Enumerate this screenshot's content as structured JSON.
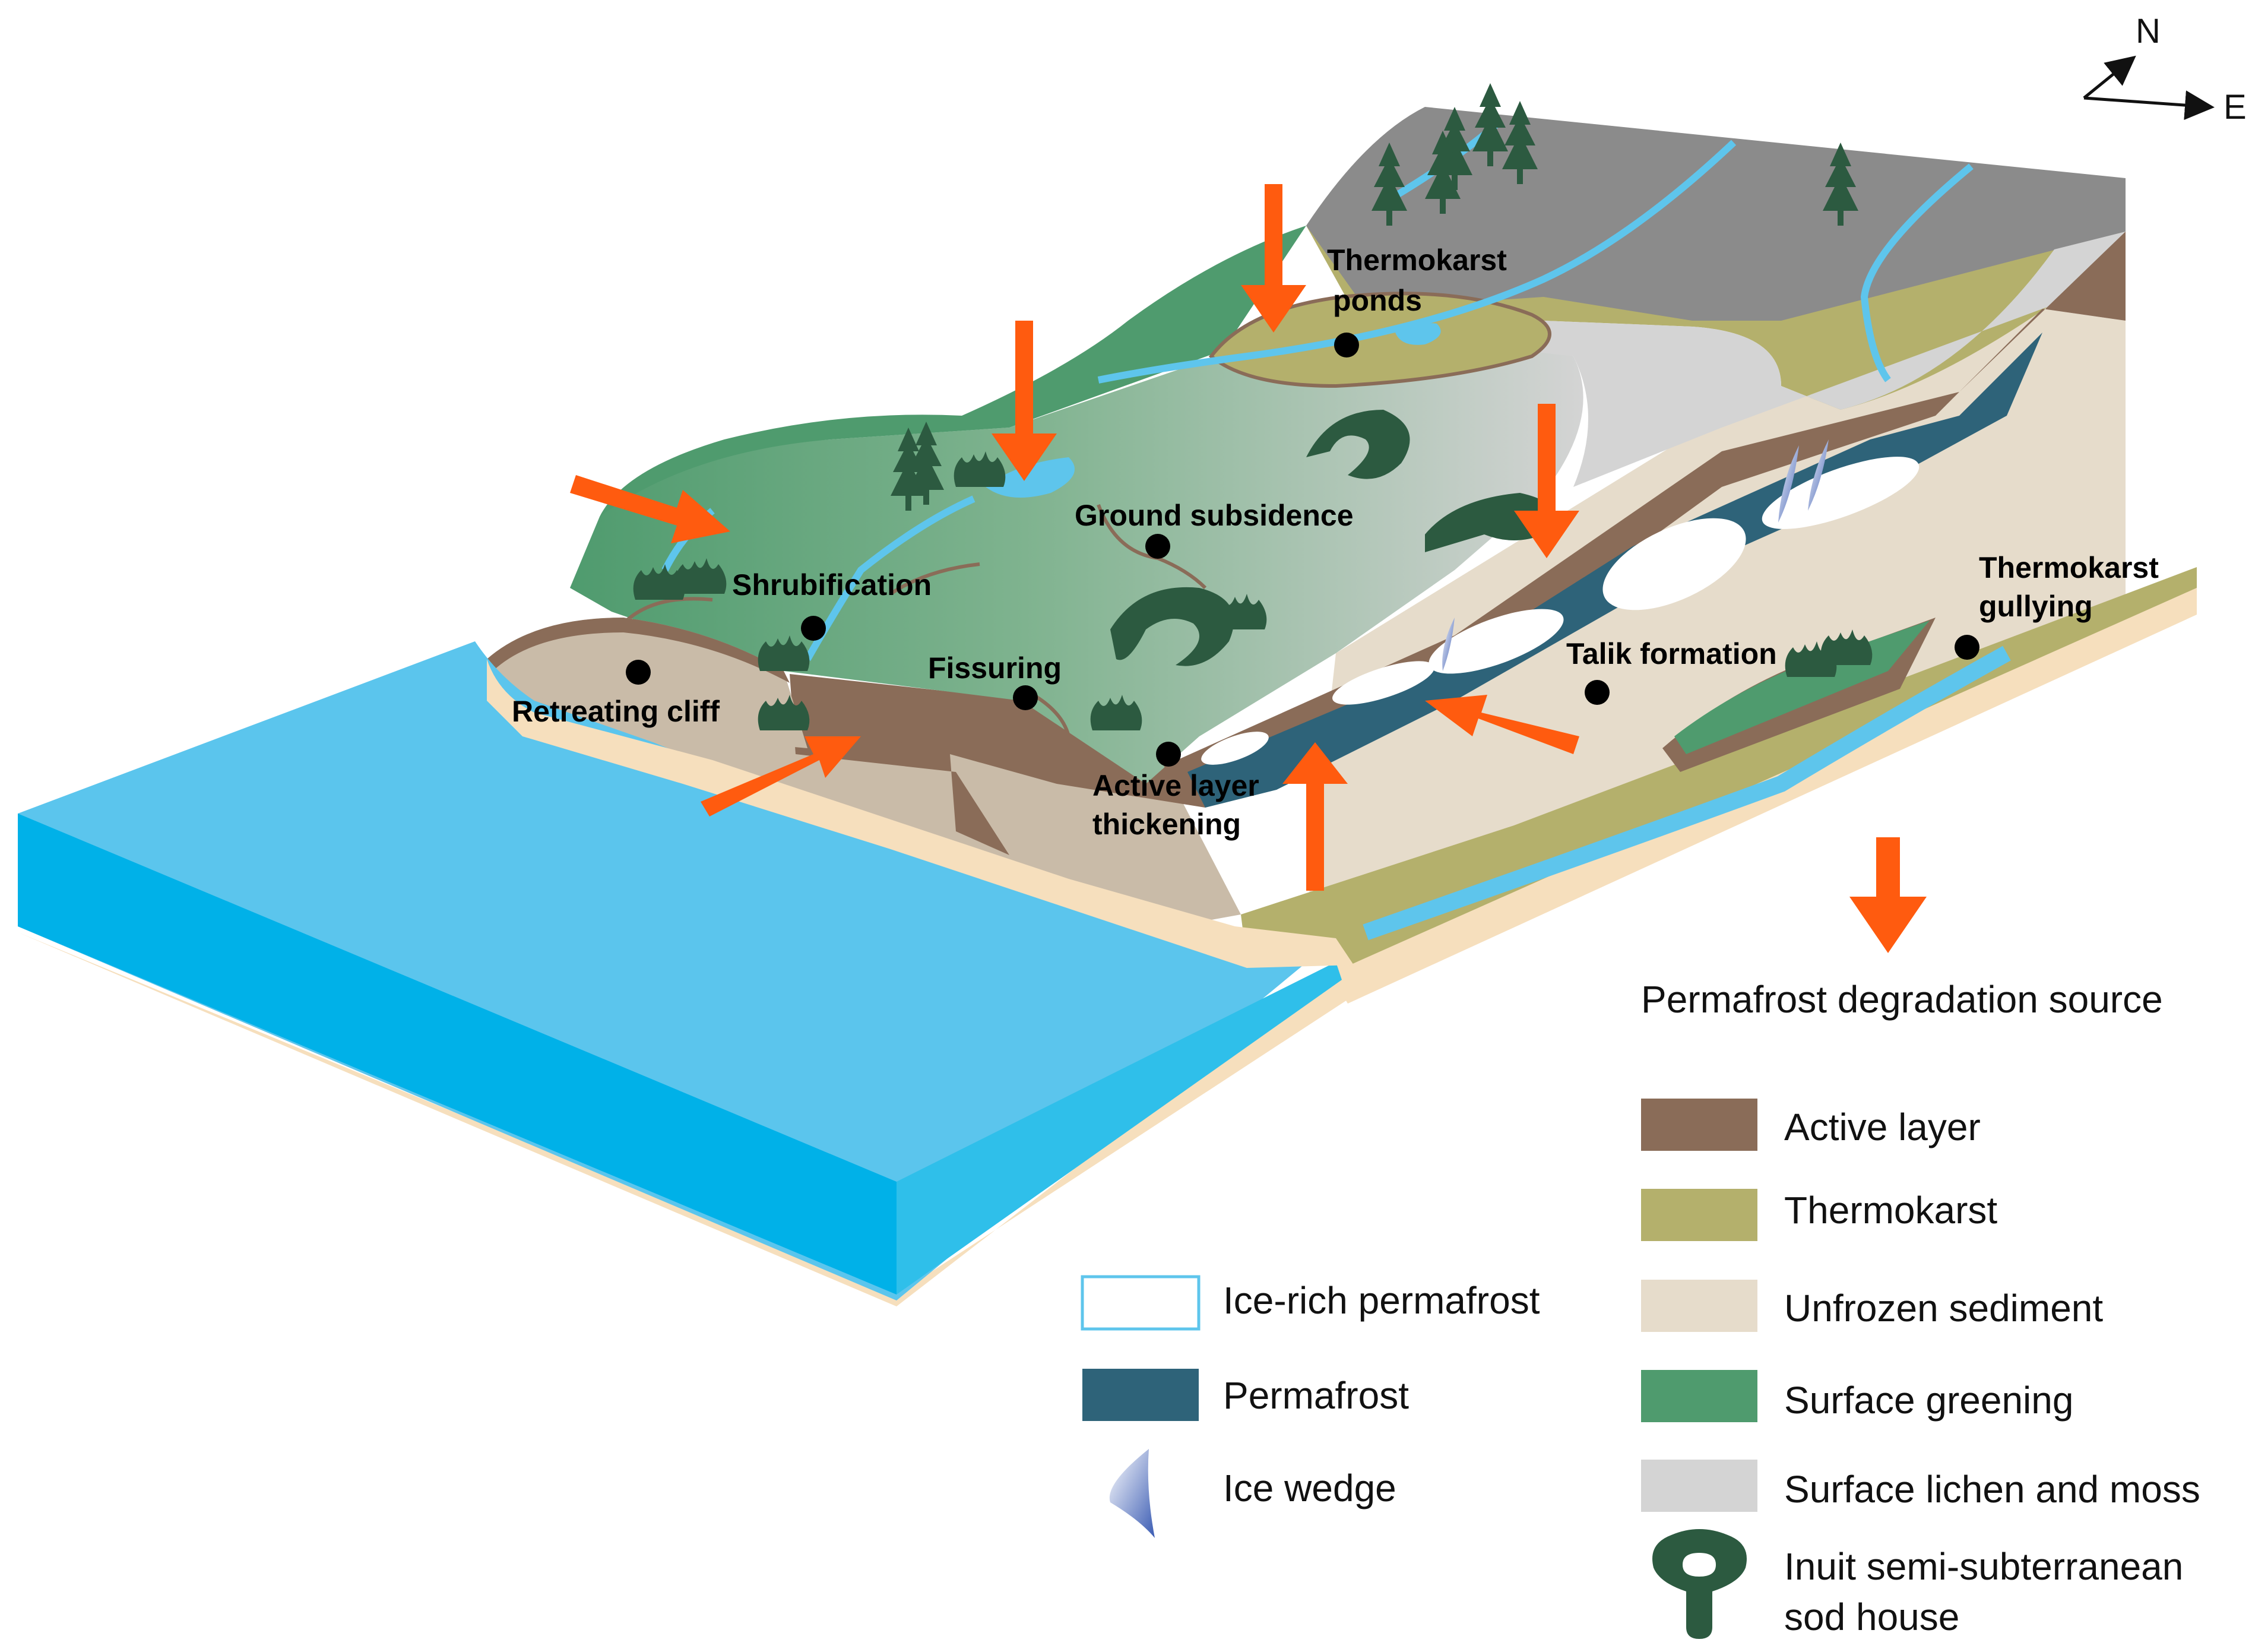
{
  "compass": {
    "north": "N",
    "east": "E"
  },
  "labels": {
    "thermokarst_ponds_1": "Thermokarst",
    "thermokarst_ponds_2": "ponds",
    "ground_subsidence": "Ground subsidence",
    "shrubification": "Shrubification",
    "fissuring": "Fissuring",
    "retreating_cliff": "Retreating cliff",
    "active_layer_thickening_1": "Active layer",
    "active_layer_thickening_2": "thickening",
    "talik_formation": "Talik formation",
    "thermokarst_gullying_1": "Thermokarst",
    "thermokarst_gullying_2": "gullying"
  },
  "legend": {
    "degradation_source": "Permafrost degradation source",
    "active_layer": "Active layer",
    "thermokarst": "Thermokarst",
    "unfrozen_sediment": "Unfrozen sediment",
    "surface_greening": "Surface greening",
    "surface_lichen_moss": "Surface lichen and moss",
    "sod_house_1": "Inuit semi-subterranean",
    "sod_house_2": "sod house",
    "ice_rich_permafrost": "Ice-rich permafrost",
    "permafrost": "Permafrost",
    "ice_wedge": "Ice wedge"
  },
  "colors": {
    "sea_top": "#5bc5ed",
    "sea_front": "#00b1e8",
    "sand": "#f6dfbd",
    "active_layer": "#8a6c58",
    "thermokarst": "#b4b06c",
    "unfrozen_sediment": "#e6dccb",
    "surface_greening": "#4f9b6e",
    "lichen_moss": "#d4d4d4",
    "permafrost": "#2e6379",
    "ice_rich": "#ffffff",
    "arrow": "#ff5b0f",
    "dark_green": "#2c5a40",
    "stream": "#5ec5ec",
    "gray_plateau": "#8b8b8b"
  }
}
